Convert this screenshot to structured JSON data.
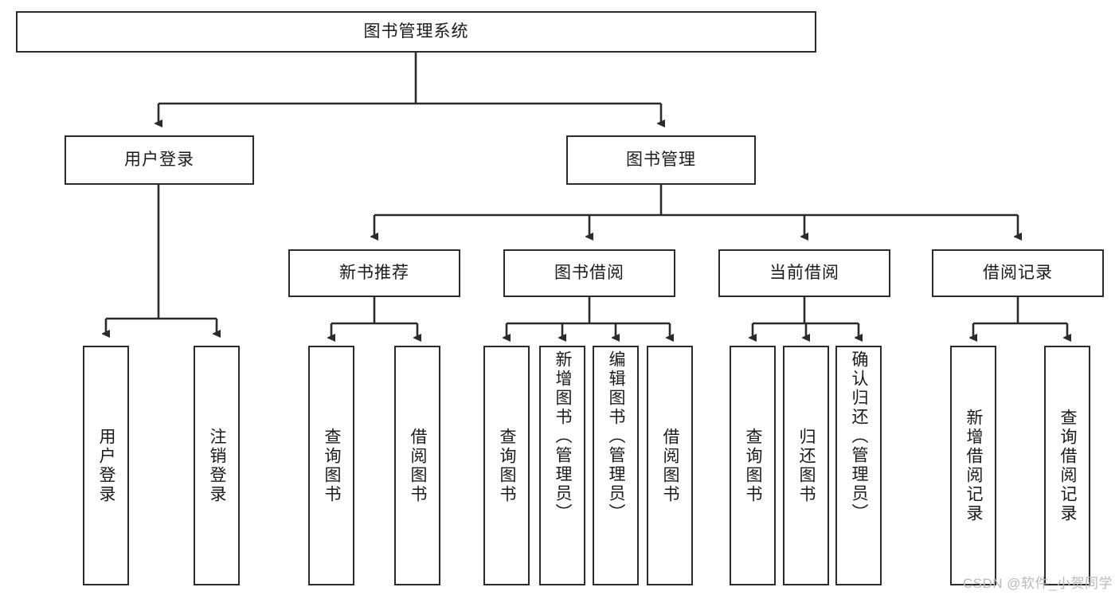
{
  "diagram": {
    "title": "图书管理系统",
    "type": "tree",
    "root": {
      "label": "图书管理系统"
    },
    "level2": [
      {
        "label": "用户登录"
      },
      {
        "label": "图书管理"
      }
    ],
    "level3": [
      {
        "label": "新书推荐"
      },
      {
        "label": "图书借阅"
      },
      {
        "label": "当前借阅"
      },
      {
        "label": "借阅记录"
      }
    ],
    "leaves": {
      "user_login": [
        {
          "label": "用户登录"
        },
        {
          "label": "注销登录"
        }
      ],
      "new_book_recommend": [
        {
          "label": "查询图书"
        },
        {
          "label": "借阅图书"
        }
      ],
      "book_borrow": [
        {
          "label": "查询图书"
        },
        {
          "label": "新增图书（管理员）"
        },
        {
          "label": "编辑图书（管理员）"
        },
        {
          "label": "借阅图书"
        }
      ],
      "current_borrow": [
        {
          "label": "查询图书"
        },
        {
          "label": "归还图书"
        },
        {
          "label": "确认归还（管理员）"
        }
      ],
      "borrow_record": [
        {
          "label": "新增借阅记录"
        },
        {
          "label": "查询借阅记录"
        }
      ]
    },
    "watermark": "CSDN @软件_小贺同学",
    "colors": {
      "stroke": "#2b2b2b",
      "background": "#ffffff",
      "text": "#1a1a1a",
      "watermark": "#b9b9b9"
    }
  }
}
